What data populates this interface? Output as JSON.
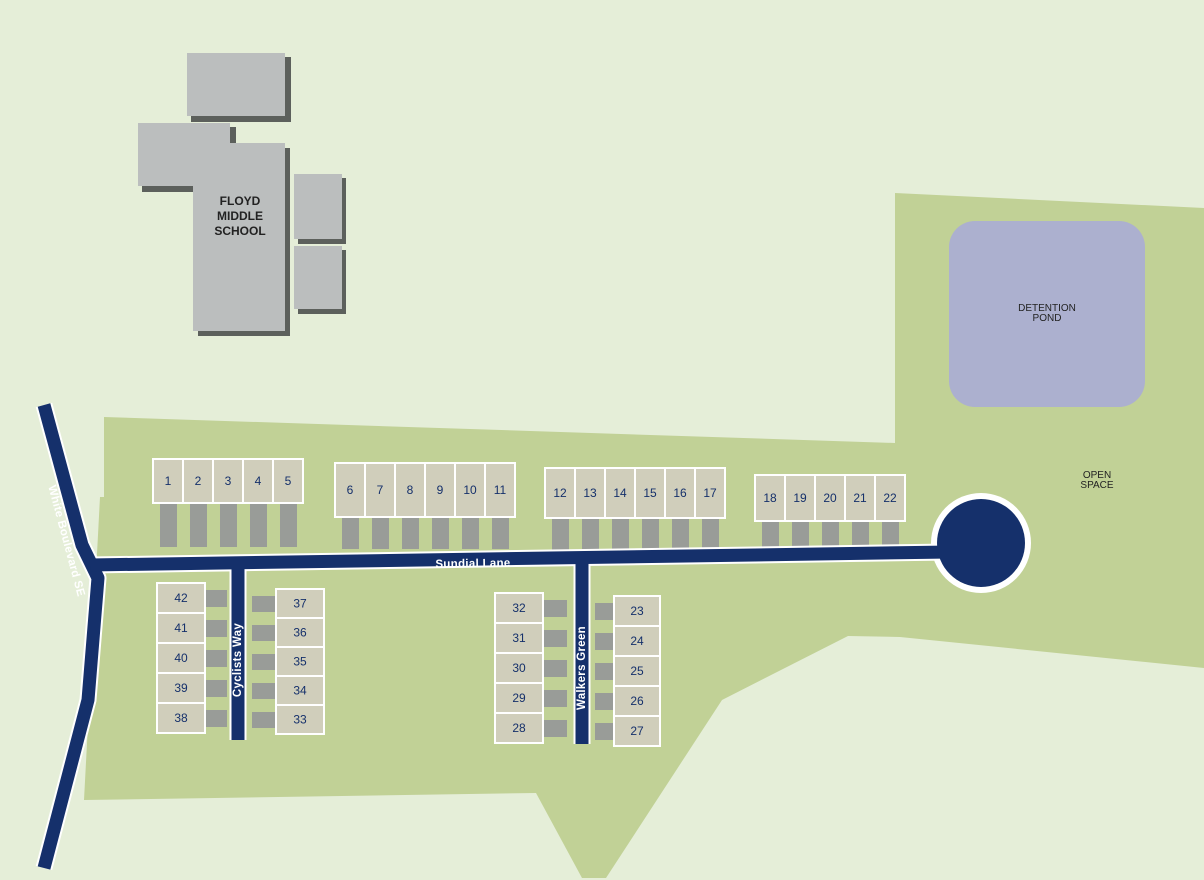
{
  "labels": {
    "school_line1": "FLOYD",
    "school_line2": "MIDDLE",
    "school_line3": "SCHOOL",
    "pond_line1": "DETENTION",
    "pond_line2": "POND",
    "open_line1": "OPEN",
    "open_line2": "SPACE"
  },
  "roads": {
    "white_boulevard": "White Boulevard SE",
    "sundial_lane": "Sundial Lane",
    "cyclists_way": "Cyclists Way",
    "walkers_green": "Walkers Green"
  },
  "lots": {
    "row_1_5": [
      "1",
      "2",
      "3",
      "4",
      "5"
    ],
    "row_6_11": [
      "6",
      "7",
      "8",
      "9",
      "10",
      "11"
    ],
    "row_12_17": [
      "12",
      "13",
      "14",
      "15",
      "16",
      "17"
    ],
    "row_18_22": [
      "18",
      "19",
      "20",
      "21",
      "22"
    ],
    "col_42_38": [
      "42",
      "41",
      "40",
      "39",
      "38"
    ],
    "col_37_33": [
      "37",
      "36",
      "35",
      "34",
      "33"
    ],
    "col_32_28": [
      "32",
      "31",
      "30",
      "29",
      "28"
    ],
    "col_23_27": [
      "23",
      "24",
      "25",
      "26",
      "27"
    ]
  },
  "colors": {
    "background": "#e5eed8",
    "green_space": "#c1d196",
    "road": "#15306b",
    "lot": "#d0cebb",
    "driveway": "#999c98",
    "building": "#bbbebe",
    "pond": "#acb0cf"
  }
}
